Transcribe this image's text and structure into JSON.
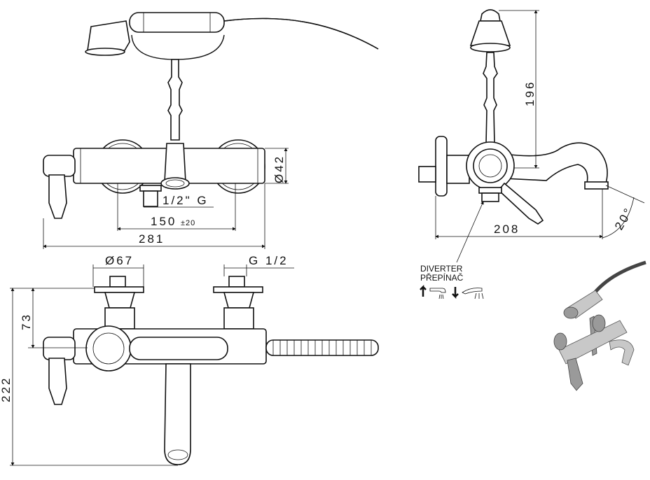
{
  "front_view": {
    "thread_label": "1/2\"  G",
    "spacing_label": "150",
    "spacing_tolerance": "±20",
    "overall_width_label": "281",
    "body_diameter_label": "Ø42"
  },
  "side_view": {
    "height_label": "196",
    "projection_label": "208",
    "angle_label": "20°",
    "diverter_label": "DIVERTER",
    "diverter_label_cz": "PŘEPÍNAČ"
  },
  "top_view": {
    "flange_diameter_label": "Ø67",
    "connection_label": "G 1/2",
    "wall_offset_label": "73",
    "overall_depth_label": "222"
  }
}
